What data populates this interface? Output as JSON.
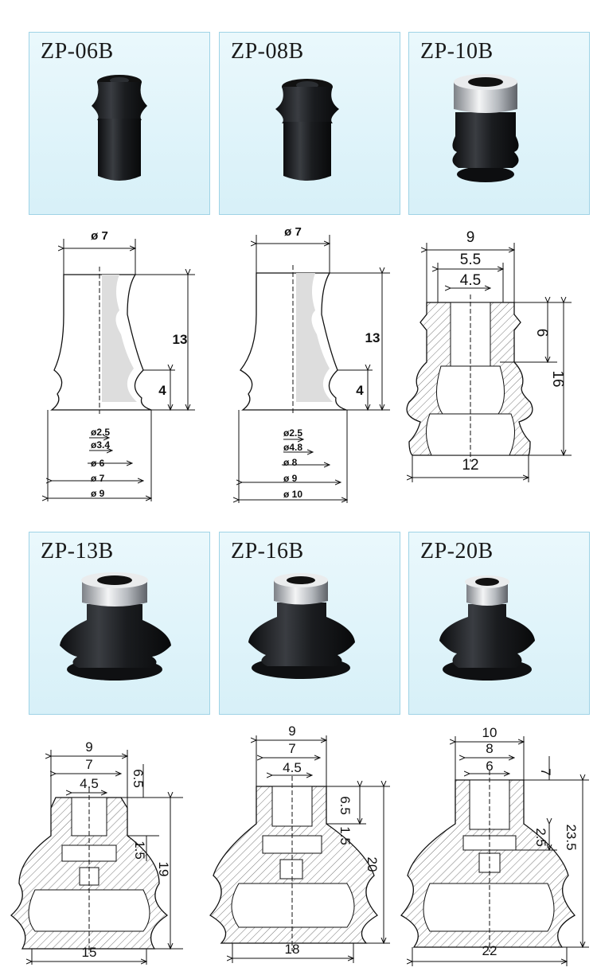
{
  "products": [
    {
      "model": "ZP-06B",
      "dims": {
        "top": "ø 7",
        "height": "13",
        "bellow": "4",
        "d1": "ø2.5",
        "d2": "ø3.4",
        "d3": "ø 6",
        "d4": "ø 7",
        "d5": "ø 9"
      }
    },
    {
      "model": "ZP-08B",
      "dims": {
        "top": "ø 7",
        "height": "13",
        "bellow": "4",
        "d1": "ø2.5",
        "d2": "ø4.8",
        "d3": "ø 8",
        "d4": "ø 9",
        "d5": "ø 10"
      }
    },
    {
      "model": "ZP-10B",
      "dims": {
        "w1": "9",
        "w2": "5.5",
        "w3": "4.5",
        "h1": "6",
        "h2": "16",
        "base": "12"
      }
    },
    {
      "model": "ZP-13B",
      "dims": {
        "w1": "9",
        "w2": "7",
        "w3": "4.5",
        "h1": "6.5",
        "h2": "1.5",
        "h3": "19",
        "base": "15"
      }
    },
    {
      "model": "ZP-16B",
      "dims": {
        "w1": "9",
        "w2": "7",
        "w3": "4.5",
        "h1": "6.5",
        "h2": "1.5",
        "h3": "20",
        "base": "18"
      }
    },
    {
      "model": "ZP-20B",
      "dims": {
        "w1": "10",
        "w2": "8",
        "w3": "6",
        "h1": "7",
        "h2": "2.5",
        "h3": "23.5",
        "base": "22"
      }
    }
  ],
  "colors": {
    "card_border": "#9fd3e6",
    "card_bg": "#dff3fa",
    "rubber": "#17191c",
    "metal": "#c9ccd0",
    "hatch": "#555555"
  }
}
